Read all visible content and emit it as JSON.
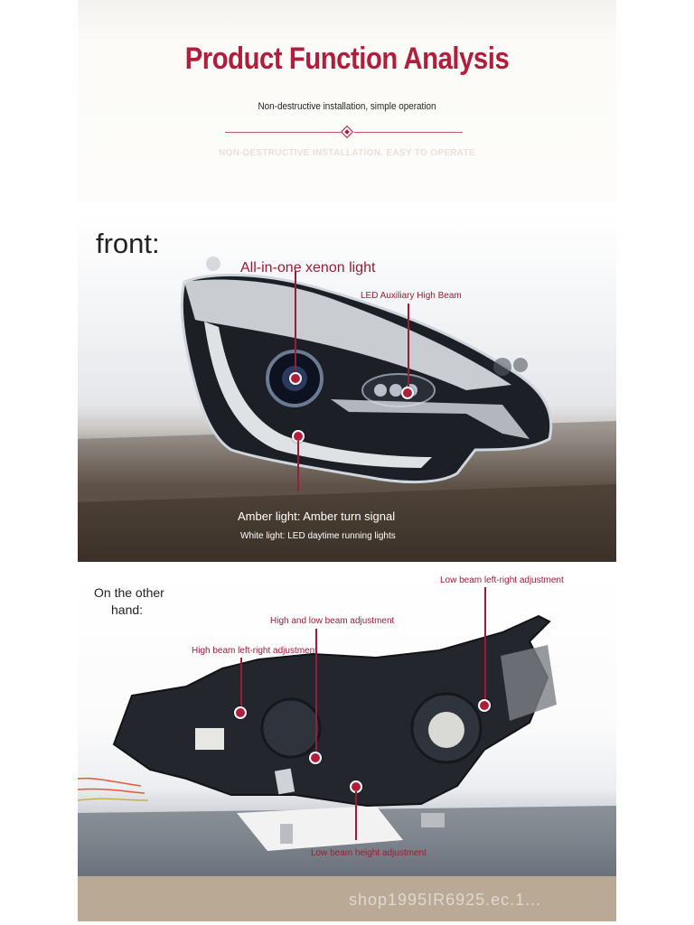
{
  "header": {
    "title": "Product Function Analysis",
    "subtitle": "Non-destructive installation, simple operation",
    "ghost": "NON-DESTRUCTIVE INSTALLATION, EASY TO OPERATE"
  },
  "front": {
    "heading": "front:",
    "labels": {
      "xenon": "All-in-one xenon light",
      "led_high": "LED Auxiliary High Beam",
      "amber": "Amber light: Amber turn signal",
      "white": "White light: LED daytime running lights"
    }
  },
  "back": {
    "heading_line1": "On the other",
    "heading_line2": "hand:",
    "labels": {
      "low_lr": "Low beam left-right adjustment",
      "hi_lo": "High and low beam adjustment",
      "hi_lr": "High beam left-right adjustment",
      "low_height": "Low beam height adjustment"
    },
    "watermark": "shop1995IR6925.ec.1..."
  },
  "colors": {
    "accent": "#b01e3c",
    "label": "#9b1c35"
  }
}
